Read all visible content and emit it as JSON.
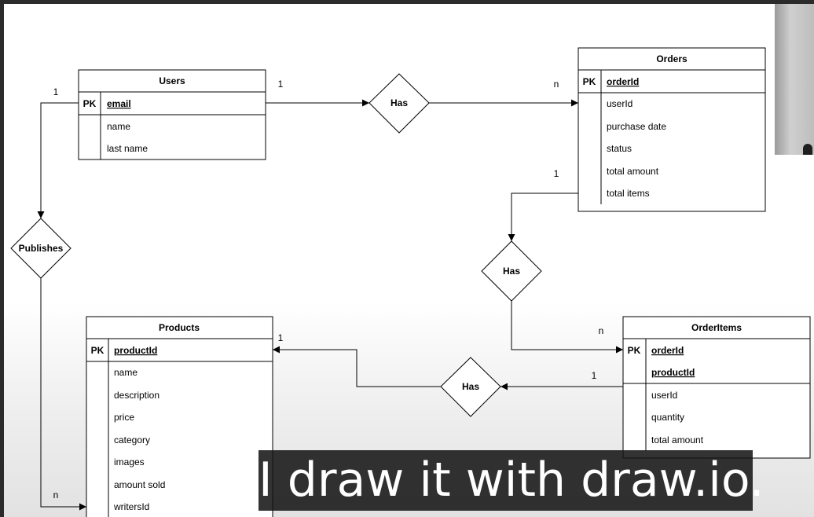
{
  "entities": {
    "users": {
      "title": "Users",
      "pk_label": "PK",
      "keys": [
        "email"
      ],
      "attributes": [
        "name",
        "last name"
      ]
    },
    "orders": {
      "title": "Orders",
      "pk_label": "PK",
      "keys": [
        "orderId"
      ],
      "attributes": [
        "userId",
        "purchase date",
        "status",
        "total amount",
        "total items"
      ]
    },
    "products": {
      "title": "Products",
      "pk_label": "PK",
      "keys": [
        "productId"
      ],
      "attributes": [
        "name",
        "description",
        "price",
        "category",
        "images",
        "amount sold",
        "writersId"
      ]
    },
    "orderitems": {
      "title": "OrderItems",
      "pk_label": "PK",
      "keys": [
        "orderId",
        "productId"
      ],
      "attributes": [
        "userId",
        "quantity",
        "total amount"
      ]
    }
  },
  "relationships": {
    "users_orders": {
      "label": "Has",
      "card_from": "1",
      "card_to": "n"
    },
    "users_products": {
      "label": "Publishes",
      "card_from": "1",
      "card_to": "n"
    },
    "orders_orderitems": {
      "label": "Has",
      "card_from": "1",
      "card_to": "n"
    },
    "orderitems_products": {
      "label": "Has",
      "card_from": "1",
      "card_to": "1"
    }
  },
  "caption": {
    "text": "I draw it with draw.io."
  },
  "colors": {
    "line": "#000000",
    "background": "#ffffff",
    "caption_bg": "#121212",
    "caption_text": "#ffffff"
  }
}
